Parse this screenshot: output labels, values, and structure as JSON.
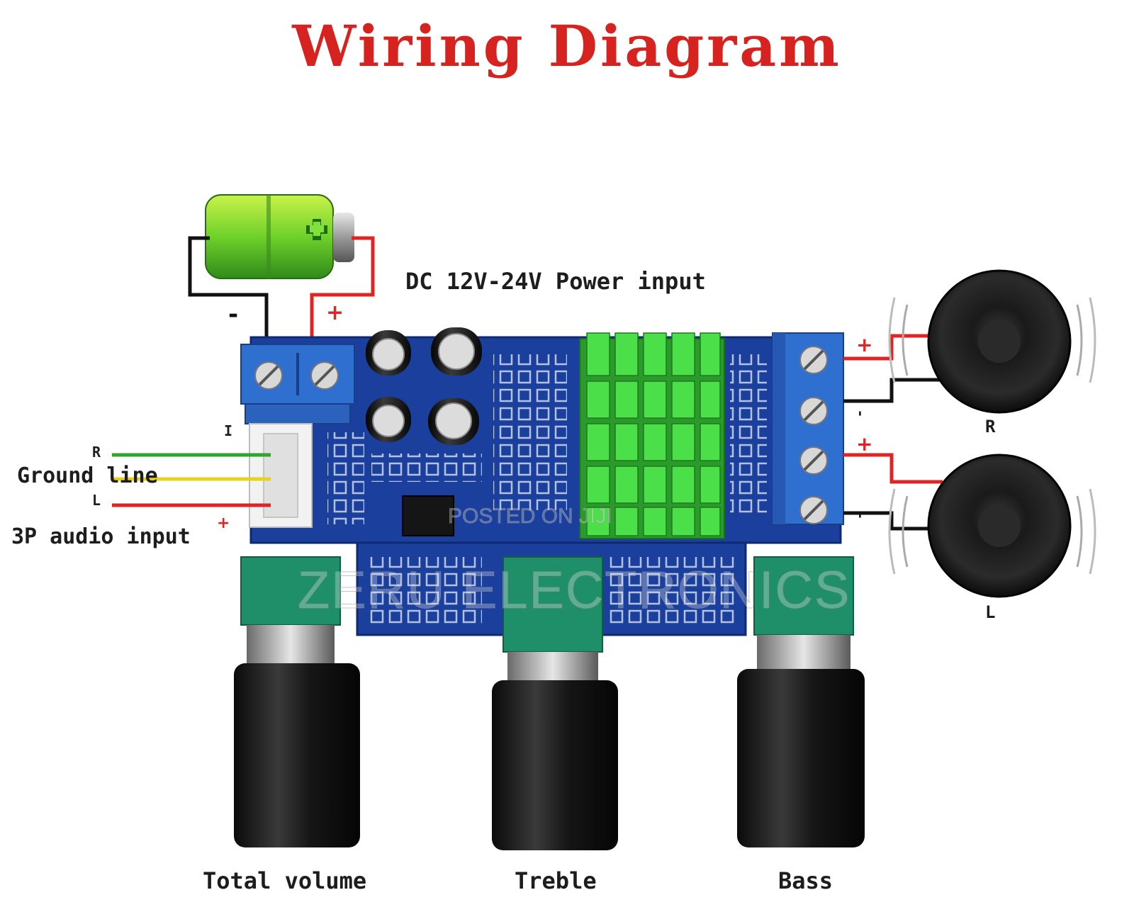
{
  "title": "Wiring Diagram",
  "labels": {
    "power_input": "DC 12V-24V Power input",
    "ground_line": "Ground line",
    "audio_input": "3P audio input",
    "input_r": "R",
    "input_l": "L",
    "connector_pin": "I",
    "knob_volume": "Total volume",
    "knob_treble": "Treble",
    "knob_bass": "Bass",
    "speaker_r": "R",
    "speaker_l": "L"
  },
  "polarity": {
    "battery_minus": "-",
    "battery_plus": "+",
    "audio_plus": "+",
    "spk_r_plus": "+",
    "spk_r_minus": "'",
    "spk_l_plus": "+",
    "spk_l_minus": "'"
  },
  "watermark": {
    "line1": "POSTED ON JIJI",
    "line2": "ZERU ELECTRONICS"
  },
  "icons": [
    "battery-icon",
    "speaker-icon",
    "knob-icon",
    "heatsink-icon",
    "capacitor-icon",
    "terminal-block-icon"
  ],
  "colors": {
    "title": "#d6231f",
    "board": "#1a3f9c",
    "terminal": "#2f6fd0",
    "heatsink": "#3ecf3a",
    "potentiometer": "#1f8f6a",
    "wire_red": "#e02424",
    "wire_green": "#2ea52e",
    "wire_yellow": "#e6d21f",
    "wire_black": "#111111"
  }
}
